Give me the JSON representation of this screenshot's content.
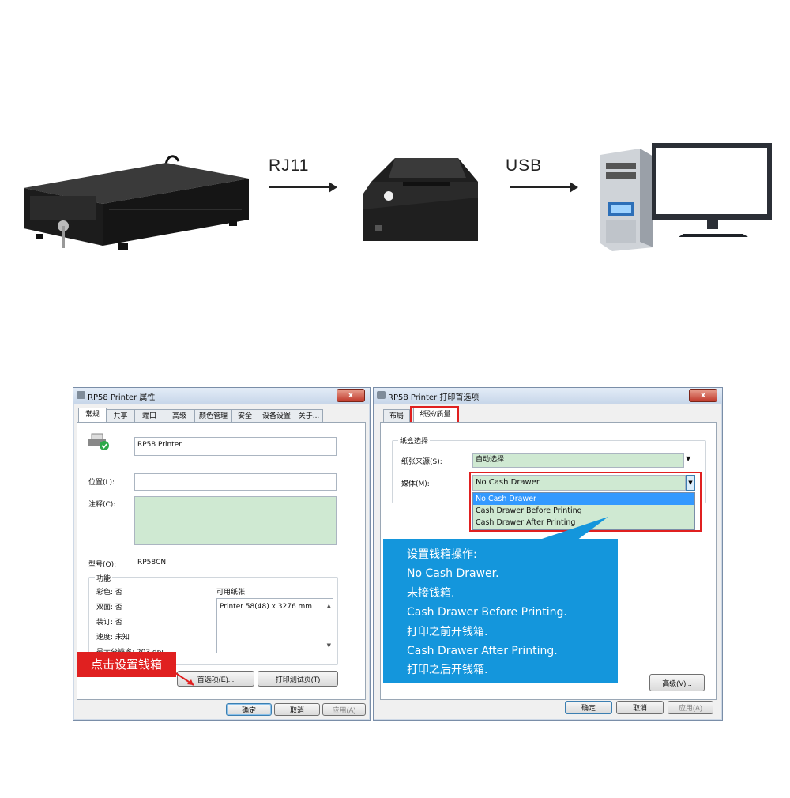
{
  "connection": {
    "rj11_label": "RJ11",
    "usb_label": "USB"
  },
  "left_window": {
    "title": "RP58 Printer 属性",
    "close_label": "x",
    "tabs": [
      "常规",
      "共享",
      "端口",
      "高级",
      "颜色管理",
      "安全",
      "设备设置",
      "关于..."
    ],
    "printer_name": "RP58 Printer",
    "location_label": "位置(L):",
    "location_value": "",
    "comment_label": "注释(C):",
    "model_label": "型号(O):",
    "model_value": "RP58CN",
    "features_label": "功能",
    "features": [
      "彩色: 否",
      "双面: 否",
      "装订: 否",
      "速度: 未知",
      "最大分辨率: 203 dpi"
    ],
    "paper_label": "可用纸张:",
    "paper_item": "Printer 58(48) x 3276 mm",
    "callout": "点击设置钱箱",
    "prefs_button": "首选项(E)...",
    "test_button": "打印测试页(T)",
    "ok_button": "确定",
    "cancel_button": "取消",
    "apply_button": "应用(A)"
  },
  "right_window": {
    "title": "RP58 Printer 打印首选项",
    "close_label": "x",
    "tabs": [
      "布局",
      "纸张/质量"
    ],
    "group_label": "纸盒选择",
    "source_label": "纸张来源(S):",
    "source_value": "自动选择",
    "media_label": "媒体(M):",
    "media_value": "No Cash Drawer",
    "dropdown_options": [
      "No Cash Drawer",
      "Cash Drawer Before Printing",
      "Cash Drawer After Printing"
    ],
    "advanced_button": "高级(V)...",
    "ok_button": "确定",
    "cancel_button": "取消",
    "apply_button": "应用(A)"
  },
  "callout_box": {
    "lines": [
      "设置钱箱操作:",
      "No Cash Drawer.",
      "未接钱箱.",
      "Cash Drawer Before Printing.",
      "打印之前开钱箱.",
      "Cash Drawer After Printing.",
      "打印之后开钱箱."
    ]
  },
  "colors": {
    "callout_blue": "#1496dc",
    "highlight_red": "#e02020",
    "field_green": "#cfe9d2",
    "selection_blue": "#3399ff"
  }
}
